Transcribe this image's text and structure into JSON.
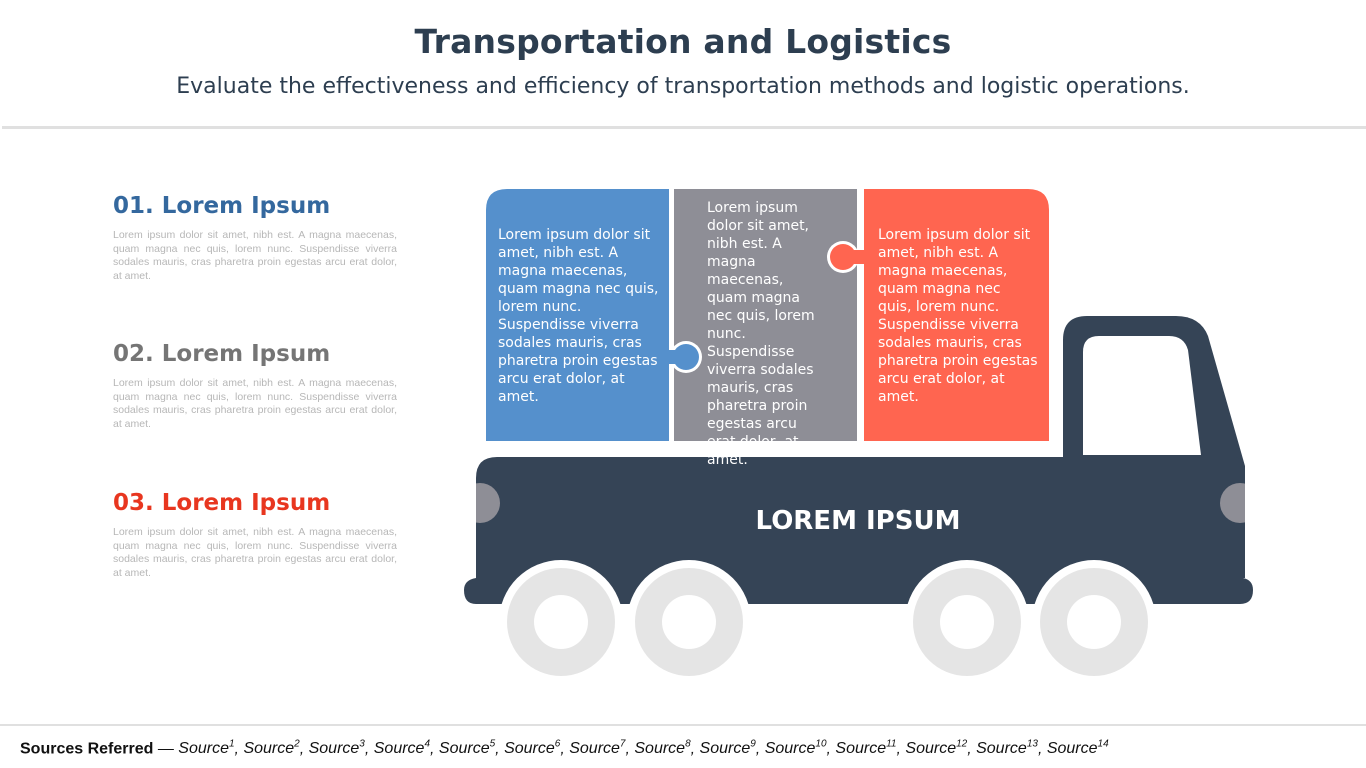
{
  "header": {
    "title": "Transportation and Logistics",
    "subtitle": "Evaluate the effectiveness and efficiency of transportation methods and logistic operations."
  },
  "items": [
    {
      "title": "01. Lorem Ipsum",
      "text": "Lorem ipsum dolor sit amet, nibh est. A magna maecenas, quam magna nec quis, lorem nunc. Suspendisse viverra sodales mauris, cras pharetra proin egestas arcu erat dolor, at amet."
    },
    {
      "title": "02. Lorem Ipsum",
      "text": "Lorem ipsum dolor sit amet, nibh est. A magna maecenas, quam magna nec quis, lorem nunc. Suspendisse viverra sodales mauris, cras pharetra proin egestas arcu erat dolor, at amet."
    },
    {
      "title": "03. Lorem Ipsum",
      "text": "Lorem ipsum dolor sit amet, nibh est. A magna maecenas, quam magna nec quis, lorem nunc. Suspendisse viverra sodales mauris, cras pharetra proin egestas arcu erat dolor, at amet."
    }
  ],
  "puzzle": [
    {
      "text": "Lorem ipsum dolor sit amet, nibh est. A magna maecenas, quam magna nec quis, lorem nunc. Suspendisse viverra sodales mauris, cras pharetra proin egestas arcu erat dolor, at amet."
    },
    {
      "text": "Lorem ipsum dolor sit amet, nibh est. A magna maecenas, quam magna nec quis, lorem nunc. Suspendisse viverra sodales mauris, cras pharetra proin egestas arcu erat dolor, at amet."
    },
    {
      "text": "Lorem ipsum dolor sit amet, nibh est. A magna maecenas, quam magna nec quis, lorem nunc. Suspendisse viverra sodales mauris, cras pharetra proin egestas arcu erat dolor, at amet."
    }
  ],
  "truck": {
    "label": "LOREM IPSUM"
  },
  "footer": {
    "label": "Sources Referred",
    "separator": " — ",
    "sources": [
      {
        "name": "Source",
        "num": "1"
      },
      {
        "name": "Source",
        "num": "2"
      },
      {
        "name": "Source",
        "num": "3"
      },
      {
        "name": "Source",
        "num": "4"
      },
      {
        "name": "Source",
        "num": "5"
      },
      {
        "name": "Source",
        "num": "6"
      },
      {
        "name": "Source",
        "num": "7"
      },
      {
        "name": "Source",
        "num": "8"
      },
      {
        "name": "Source",
        "num": "9"
      },
      {
        "name": "Source",
        "num": "10"
      },
      {
        "name": "Source",
        "num": "11"
      },
      {
        "name": "Source",
        "num": "12"
      },
      {
        "name": "Source",
        "num": "13"
      },
      {
        "name": "Source",
        "num": "14"
      }
    ]
  },
  "colors": {
    "blue": "#5590cc",
    "gray": "#8e8e96",
    "red": "#ff6550",
    "truck": "#354456",
    "wheel": "#e5e5e5",
    "title": "#2d3e50"
  }
}
